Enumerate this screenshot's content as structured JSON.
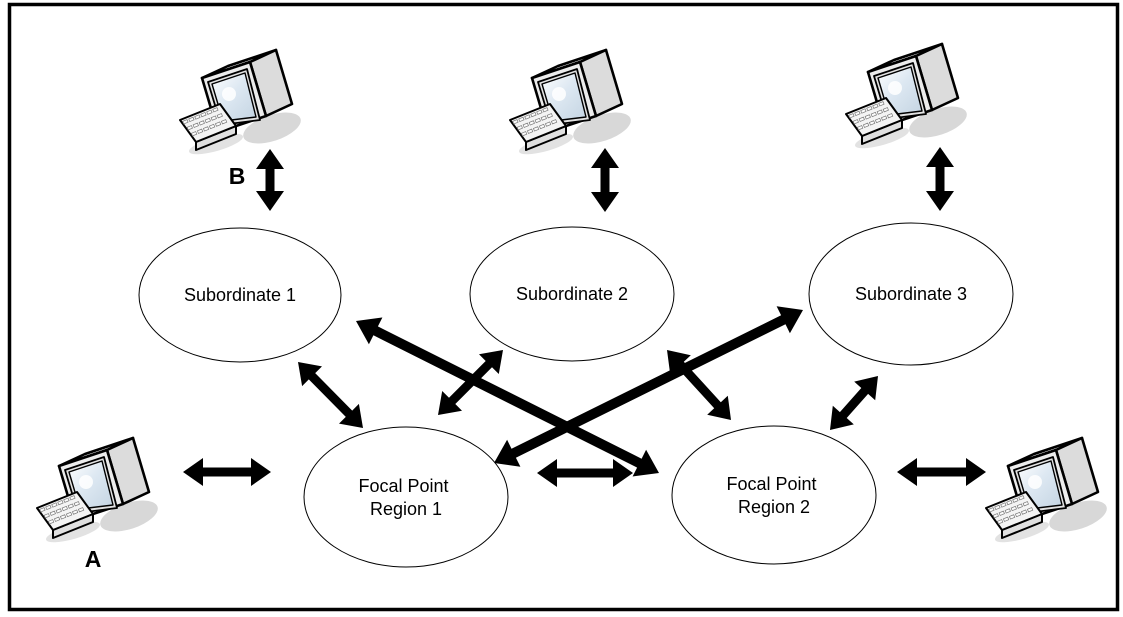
{
  "diagram": {
    "type": "network-hierarchy-diagram",
    "nodes": {
      "subordinate1": {
        "label": "Subordinate 1"
      },
      "subordinate2": {
        "label": "Subordinate 2"
      },
      "subordinate3": {
        "label": "Subordinate 3"
      },
      "focal1": {
        "line1": "Focal Point",
        "line2": "Region 1"
      },
      "focal2": {
        "line1": "Focal Point",
        "line2": "Region 2"
      }
    },
    "workstations": {
      "b_label": "B",
      "a_label": "A",
      "icons": [
        "computer-workstation-icon",
        "computer-workstation-icon",
        "computer-workstation-icon",
        "computer-workstation-icon",
        "computer-workstation-icon"
      ]
    },
    "edges": [
      {
        "id": "b-sub1",
        "from": "Workstation B",
        "to": "Subordinate 1",
        "bidirectional": true
      },
      {
        "id": "ws2-sub2",
        "from": "Workstation top-center",
        "to": "Subordinate 2",
        "bidirectional": true
      },
      {
        "id": "ws3-sub3",
        "from": "Workstation top-right",
        "to": "Subordinate 3",
        "bidirectional": true
      },
      {
        "id": "a-focal1",
        "from": "Workstation A",
        "to": "Focal Point Region 1",
        "bidirectional": true
      },
      {
        "id": "focal2-wsright",
        "from": "Focal Point Region 2",
        "to": "Workstation right",
        "bidirectional": true
      },
      {
        "id": "focal1-focal2",
        "from": "Focal Point Region 1",
        "to": "Focal Point Region 2",
        "bidirectional": true
      },
      {
        "id": "sub1-focal1",
        "from": "Subordinate 1",
        "to": "Focal Point Region 1",
        "bidirectional": true
      },
      {
        "id": "sub2-focal1",
        "from": "Subordinate 2",
        "to": "Focal Point Region 1",
        "bidirectional": true
      },
      {
        "id": "sub2-focal2",
        "from": "Subordinate 2",
        "to": "Focal Point Region 2",
        "bidirectional": true
      },
      {
        "id": "sub3-focal2",
        "from": "Subordinate 3",
        "to": "Focal Point Region 2",
        "bidirectional": true
      },
      {
        "id": "sub1-focal2",
        "from": "Subordinate 1",
        "to": "Focal Point Region 2",
        "bidirectional": true
      },
      {
        "id": "focal1-sub3",
        "from": "Focal Point Region 1",
        "to": "Subordinate 3",
        "bidirectional": true
      }
    ],
    "colors": {
      "arrow": "#000000",
      "outline": "#000000",
      "node_fill": "#ffffff",
      "monitor_body": "#ececec",
      "monitor_top": "#f7f7f7",
      "monitor_side": "#dcdcdc",
      "screen": "#d7e3ee",
      "shadow": "#d8d8d8",
      "background": "#ffffff"
    }
  }
}
